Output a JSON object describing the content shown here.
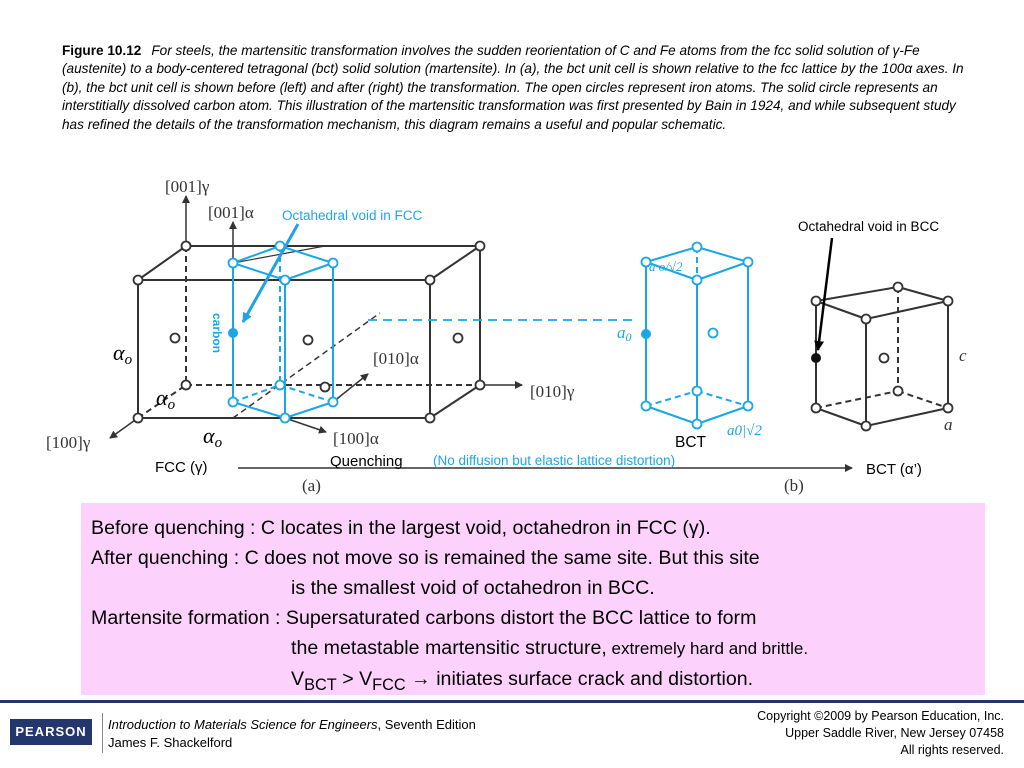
{
  "caption": {
    "label": "Figure 10.12",
    "text": "For steels, the martensitic transformation involves the sudden reorientation of C and Fe atoms from the fcc solid solution of γ-Fe (austenite) to a body-centered tetragonal (bct) solid solution (martensite). In (a), the bct unit cell is shown relative to the fcc lattice by the 100α axes. In (b), the bct unit cell is shown before (left) and after (right) the transformation. The open circles represent iron atoms. The solid circle represents an interstitially dissolved carbon atom. This illustration of the martensitic transformation was first presented by Bain in 1924, and while subsequent study has refined the details of the transformation mechanism, this diagram remains a useful and popular schematic."
  },
  "diagram": {
    "axis_001_gamma": "[001]γ",
    "axis_001_alpha": "[001]α",
    "axis_010_alpha": "[010]α",
    "axis_010_gamma": "[010]γ",
    "axis_100_gamma": "[100]γ",
    "axis_100_alpha": "[100]α",
    "octa_fcc_label": "Octahedral void in FCC",
    "octa_bcc_label": "Octahedral void in BCC",
    "carbon_label": "carbon",
    "alpha_o": "α",
    "alpha_o_sub": "o",
    "a0_label": "a",
    "a0_sub": "0",
    "a0_sqrt2_top": "a o/√2",
    "a0_sqrt2_bottom": "a0|√2",
    "bct_label": "BCT",
    "c_label": "c",
    "a_label": "a",
    "fcc_label": "FCC (γ)",
    "quenching_label": "Quenching",
    "quench_note": "(No diffusion but elastic  lattice distortion)",
    "bct_alpha_label": "BCT (α’)",
    "part_a": "(a)",
    "part_b": "(b)",
    "colors": {
      "cyan": "#1aa7e6",
      "dark": "#333333",
      "arrow_blue": "#22a0e8"
    }
  },
  "notes": {
    "line1": "Before quenching : C locates in the largest void, octahedron in FCC (γ).",
    "line2": "After quenching : C does not move so is remained the same site. But this site",
    "line3": "is the smallest void of octahedron in BCC.",
    "line4": "Martensite formation : Supersaturated carbons distort the BCC lattice to form",
    "line5a": "the metastable martensitic structure,",
    "line5b": " extremely hard and brittle.",
    "line6_v": "V",
    "line6_sub1": "BCT",
    "line6_mid": " > V",
    "line6_sub2": "FCC",
    "line6_end": " → initiates surface crack and distortion."
  },
  "footer": {
    "logo": "PEARSON",
    "book_title": "Introduction to Materials Science for Engineers",
    "book_edition": ", Seventh Edition",
    "author": "James F. Shackelford",
    "copyright1": "Copyright ©2009 by Pearson Education, Inc.",
    "copyright2": "Upper Saddle River, New Jersey 07458",
    "copyright3": "All rights reserved."
  }
}
